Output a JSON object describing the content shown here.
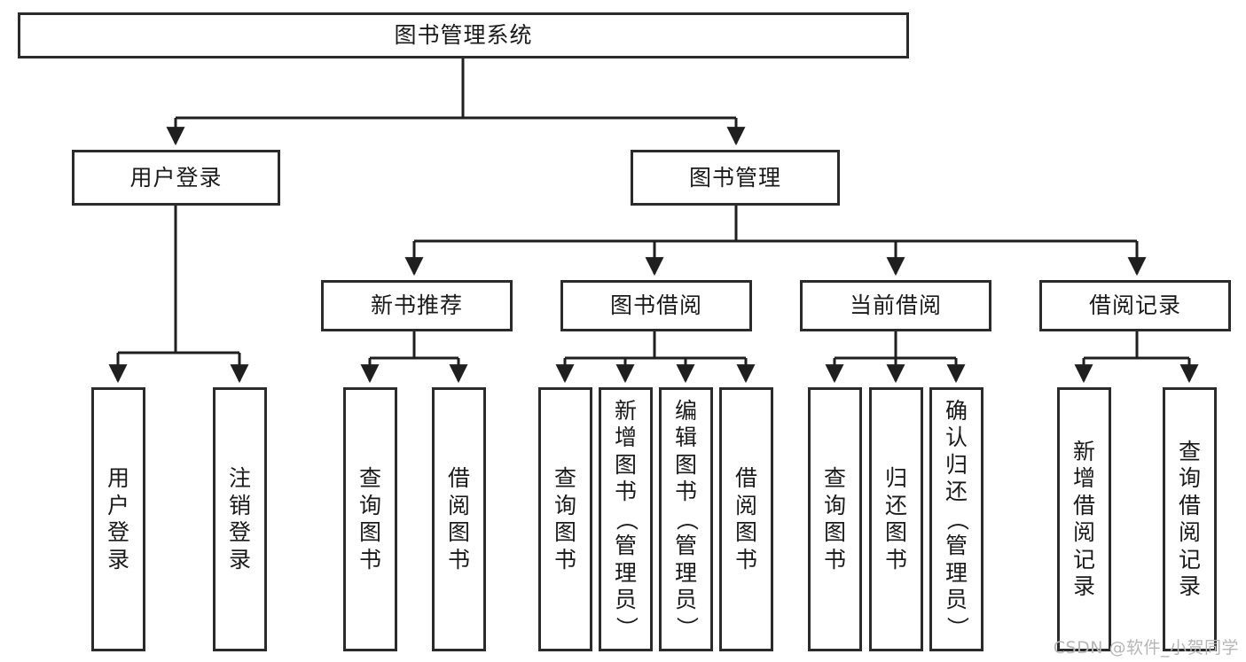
{
  "diagram": {
    "title": "图书管理系统",
    "type": "tree-hierarchy-chart",
    "colors": {
      "box_border": "#2b2b2b",
      "box_fill": "#ffffff",
      "edge": "#1f1f1f",
      "background": "#ffffff",
      "watermark": "#b6b6b6"
    },
    "root": {
      "label": "图书管理系统"
    },
    "level2": [
      {
        "label": "用户登录"
      },
      {
        "label": "图书管理"
      }
    ],
    "level3": [
      {
        "label": "新书推荐"
      },
      {
        "label": "图书借阅"
      },
      {
        "label": "当前借阅"
      },
      {
        "label": "借阅记录"
      }
    ],
    "leaves": {
      "user_login": [
        {
          "label": "用户登录"
        },
        {
          "label": "注销登录"
        }
      ],
      "new_book_recommend": [
        {
          "label": "查询图书"
        },
        {
          "label": "借阅图书"
        }
      ],
      "book_borrow": [
        {
          "label": "查询图书"
        },
        {
          "label": "新增图书（管理员）"
        },
        {
          "label": "编辑图书（管理员）"
        },
        {
          "label": "借阅图书"
        }
      ],
      "current_borrow": [
        {
          "label": "查询图书"
        },
        {
          "label": "归还图书"
        },
        {
          "label": "确认归还（管理员）"
        }
      ],
      "borrow_record": [
        {
          "label": "新增借阅记录"
        },
        {
          "label": "查询借阅记录"
        }
      ]
    }
  },
  "watermark": {
    "text": "CSDN @软件_小贺同学"
  }
}
